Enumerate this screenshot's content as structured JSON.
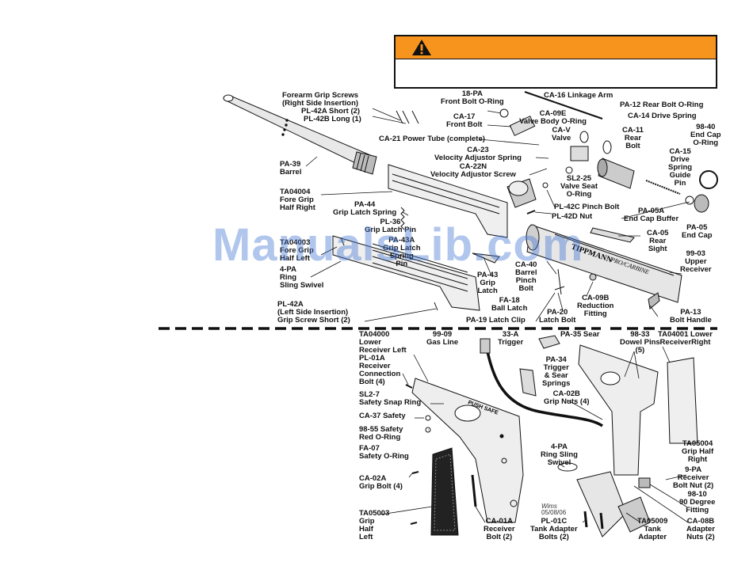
{
  "labels": {
    "forearm_grip_screws": "Forearm Grip Screws\n(Right Side Insertion)",
    "pl42a_short": "PL-42A Short (2)",
    "pl42b_long": "PL-42B Long (1)",
    "pa39": "PA-39\nBarrel",
    "ta04004": "TA04004\nFore Grip\nHalf Right",
    "pa44": "PA-44\nGrip Latch Spring",
    "pl36": "PL-36\nGrip Latch Pin",
    "ta04003": "TA04003\nFore Grip\nHalf Left",
    "pa43a": "PA-43A\nGrip Latch\nSpring\nPin",
    "pa4": "4-PA\nRing\nSling Swivel",
    "pl42a_left": "PL-42A\n(Left Side Insertion)\nGrip Screw Short (2)",
    "pa18": "18-PA\nFront Bolt O-Ring",
    "ca17": "CA-17\nFront Bolt",
    "ca21": "CA-21 Power Tube (complete)",
    "ca23": "CA-23\nVelocity Adjustor Spring",
    "ca22n": "CA-22N\nVelocity Adjustor Screw",
    "ca16": "CA-16 Linkage Arm",
    "ca09e": "CA-09E\nValve Body O-Ring",
    "cav": "CA-V\nValve",
    "pa12": "PA-12 Rear Bolt O-Ring",
    "ca14": "CA-14 Drive Spring",
    "ca11": "CA-11\nRear\nBolt",
    "pa9840": "98-40\nEnd Cap\nO-Ring",
    "ca15": "CA-15\nDrive\nSpring\nGuide\nPin",
    "sl225": "SL2-25\nValve Seat\nO-Ring",
    "pl42c": "PL-42C Pinch Bolt",
    "pl42d": "PL-42D Nut",
    "pa05a": "PA-05A\nEnd Cap Buffer",
    "pa05": "PA-05\nEnd Cap",
    "ca05": "CA-05\nRear\nSight",
    "pa9903": "99-03\nUpper\nReceiver",
    "ca40": "CA-40\nBarrel\nPinch\nBolt",
    "pa43": "PA-43\nGrip\nLatch",
    "fa18": "FA-18\nBall Latch",
    "pa19": "PA-19 Latch Clip",
    "pa20": "PA-20\nLatch Bolt",
    "ca09b": "CA-09B\nReduction\nFitting",
    "pa13": "PA-13\nBolt Handle",
    "ta04000": "TA04000\nLower\nReceiver Left",
    "pa9909": "99-09\nGas Line",
    "pa33a": "33-A\nTrigger",
    "pa35": "PA-35 Sear",
    "pa9833": "98-33\nDowel Pins\n(5)",
    "ta04001": "TA04001 Lower\nReceiverRight",
    "pl01a": "PL-01A\nReceiver\nConnection\nBolt (4)",
    "pa34": "PA-34\nTrigger\n& Sear\nSprings",
    "sl27": "SL2-7\nSafety Snap Ring",
    "ca02b": "CA-02B\nGrip Nuts (4)",
    "ca37": "CA-37 Safety",
    "pa9855": "98-55 Safety\nRed O-Ring",
    "fa07": "FA-07\nSafety O-Ring",
    "pa4b": "4-PA\nRing Sling\nSwivel",
    "ta05004": "TA05004\nGrip Half\nRight",
    "pa9": "9-PA\nReceiver\nBolt Nut (2)",
    "ca02a": "CA-02A\nGrip Bolt (4)",
    "pa9810": "98-10\n90 Degree\nFitting",
    "ta05003": "TA05003\nGrip\nHalf\nLeft",
    "ca01a": "CA-01A\nReceiver\nBolt (2)",
    "pl01c": "PL-01C\nTank Adapter\nBolts (2)",
    "ta05009": "TA05009\nTank\nAdapter",
    "ca08b": "CA-08B\nAdapter\nNuts (2)"
  },
  "engravings": {
    "tippmann": "TIPPMANN",
    "pro_carbine": "PRO/CARBINE",
    "push_safe": "PUSH SAFE"
  },
  "signature": {
    "initials": "Wims",
    "date": "05/08/06"
  },
  "watermark": "ManualsLib.com",
  "colors": {
    "warning_bar": "#f7941d",
    "watermark": "#4678d2"
  }
}
